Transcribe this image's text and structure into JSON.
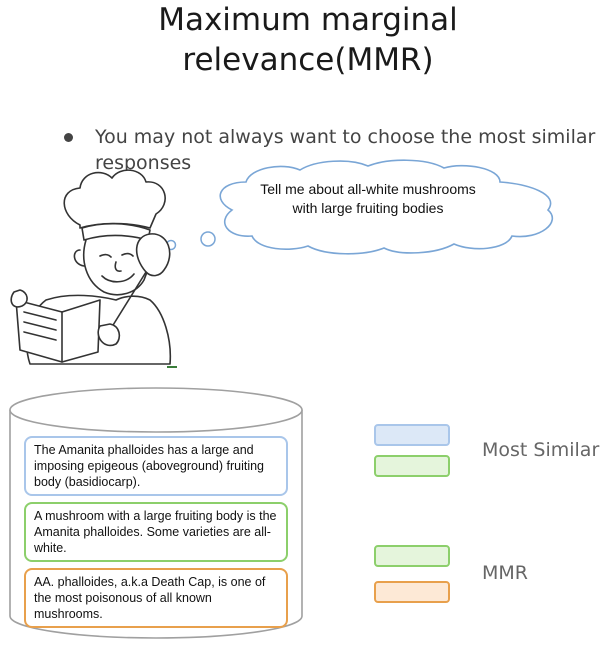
{
  "slide": {
    "title_line1": "Maximum marginal",
    "title_line2": "relevance(MMR)",
    "bullet": "You may not always want to choose the most similar  responses"
  },
  "thought": {
    "query": "Tell me about all-white mushrooms with large fruiting bodies"
  },
  "documents": [
    {
      "text": "The Amanita phalloides has a large and imposing epigeous (aboveground) fruiting body (basidiocarp).",
      "border_color": "#a9c6ea",
      "fill_color": "#ffffff"
    },
    {
      "text": "A mushroom with a large fruiting body is the Amanita phalloides. Some varieties are all-white.",
      "border_color": "#8ccf6b",
      "fill_color": "#ffffff"
    },
    {
      "text": "AA. phalloides, a.k.a Death Cap, is one of the most poisonous of all known mushrooms.",
      "border_color": "#e8a04c",
      "fill_color": "#ffffff"
    }
  ],
  "legend": {
    "most_similar_label": "Most Similar",
    "mmr_label": "MMR",
    "colors": {
      "blue_fill": "#dce8f7",
      "blue_border": "#a9c6ea",
      "green_fill": "#e5f5dc",
      "green_border": "#8ccf6b",
      "orange_fill": "#fde9d6",
      "orange_border": "#e8a04c"
    }
  }
}
